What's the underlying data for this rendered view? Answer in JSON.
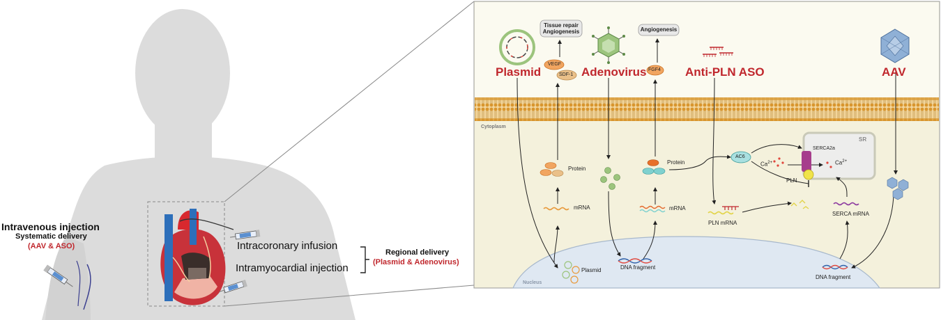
{
  "left": {
    "iv_title": "Intravenous injection",
    "iv_sub": "Systematic delivery",
    "iv_agents": "(AAV & ASO)",
    "route_coronary": "Intracoronary  infusion",
    "route_myocardial": "Intramyocardial injection",
    "regional_title": "Regional delivery",
    "regional_agents": "(Plasmid & Adenovirus)"
  },
  "cell": {
    "vectors": [
      "Plasmid",
      "Adenovirus",
      "Anti-PLN ASO",
      "AAV"
    ],
    "cytoplasm": "Cytoplasm",
    "nucleus": "Nucleus",
    "sr": "SR",
    "plasmid_effect": [
      "Tissue repair",
      "Angiogenesis"
    ],
    "adeno_effect": "Angiogenesis",
    "vegf": "VEGF",
    "sdf": "SDF-1",
    "fgf4": "FGF4",
    "protein": "Protein",
    "protein2": "Protein",
    "mrna": "mRNA",
    "mrna2": "mRNA",
    "plasmid_nuc": "Plasmid",
    "dna_fragment": "DNA fragment",
    "dna_fragment2": "DNA fragment",
    "pln_mrna": "PLN mRNA",
    "serca_mrna": "SERCA mRNA",
    "ac6": "AC6",
    "serca2a": "SERCA2a",
    "ca_left": "Ca",
    "ca_left_sup": "2+",
    "ca_right": "Ca",
    "ca_right_sup": "2+",
    "pln": "PLN"
  },
  "colors": {
    "accent_red": "#c0272d",
    "silhouette": "#dcdcdc",
    "cell_bg": "#f4f1dc",
    "membrane": "#e3a63a",
    "nucleus": "#dfe8f2"
  }
}
